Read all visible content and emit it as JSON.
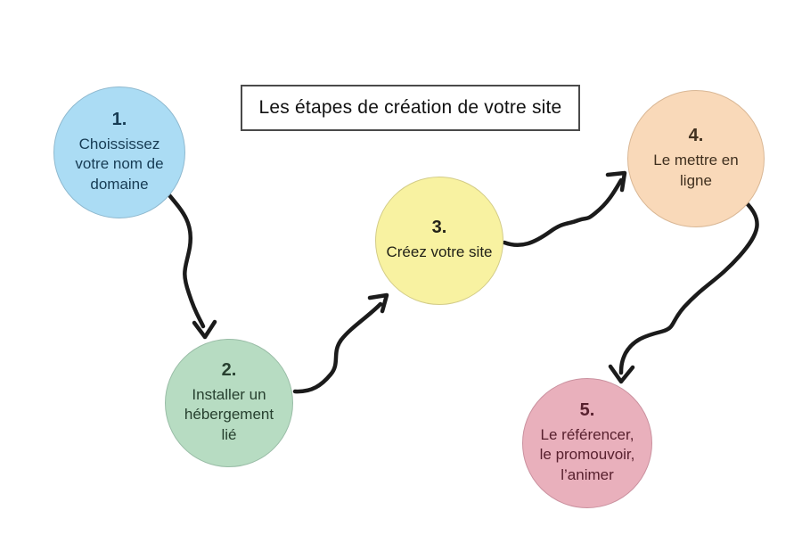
{
  "diagram": {
    "title": "Les étapes de création de votre site",
    "background_color": "#ffffff",
    "arrow_color": "#1b1b1b",
    "steps": [
      {
        "number": "1.",
        "label": "Choississez\nvotre nom de\ndomaine",
        "fill": "#abdcf4",
        "border": "#8fb9cf",
        "text_color": "#173c54"
      },
      {
        "number": "2.",
        "label": "Installer un\nhébergement\nlié",
        "fill": "#b7dcc2",
        "border": "#9abda7",
        "text_color": "#27402f"
      },
      {
        "number": "3.",
        "label": "Créez votre site",
        "fill": "#f8f2a1",
        "border": "#d3cc88",
        "text_color": "#222218"
      },
      {
        "number": "4.",
        "label": "Le mettre en\nligne",
        "fill": "#f9d9b9",
        "border": "#d9b795",
        "text_color": "#40301f"
      },
      {
        "number": "5.",
        "label": "Le référencer,\nle promouvoir,\nl’animer",
        "fill": "#e9b0bc",
        "border": "#ca919f",
        "text_color": "#58202e"
      }
    ]
  }
}
